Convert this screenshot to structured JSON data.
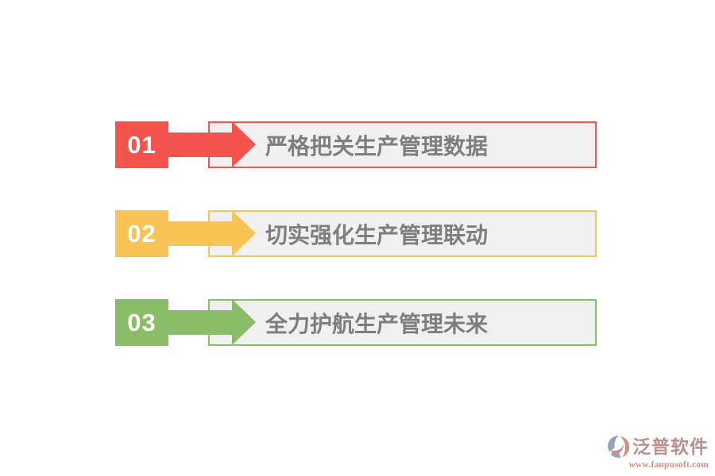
{
  "steps": [
    {
      "number": "01",
      "label": "严格把关生产管理数据",
      "color": "#f5544e"
    },
    {
      "number": "02",
      "label": "切实强化生产管理联动",
      "color": "#f8c455"
    },
    {
      "number": "03",
      "label": "全力护航生产管理未来",
      "color": "#89bd68"
    }
  ],
  "box": {
    "background": "#f1f0f1",
    "text_color": "#7e7e7e"
  },
  "logo": {
    "name": "泛普软件",
    "url": "www.fanpusoft.com",
    "name_color": "#b9908f",
    "url_color": "#d69285",
    "icon_blue": "#97a3b8",
    "icon_rose": "#cf8d84"
  }
}
